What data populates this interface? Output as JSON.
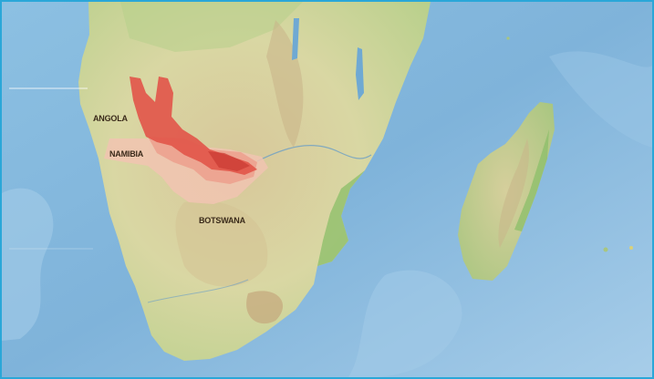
{
  "map": {
    "labels": {
      "angola": "ANGOLA",
      "namibia": "NAMIBIA",
      "botswana": "BOTSWANA"
    },
    "colors": {
      "ocean": "#7fb6dc",
      "ocean_light": "#a9d0ea",
      "land": "#d9d5a0",
      "land_green": "#a9c884",
      "highland": "#c9b98d",
      "range_core": "#e2574b",
      "range_mid": "#ec8f83",
      "range_extent": "#f1c4b1",
      "frame": "#2aa7d8"
    }
  }
}
